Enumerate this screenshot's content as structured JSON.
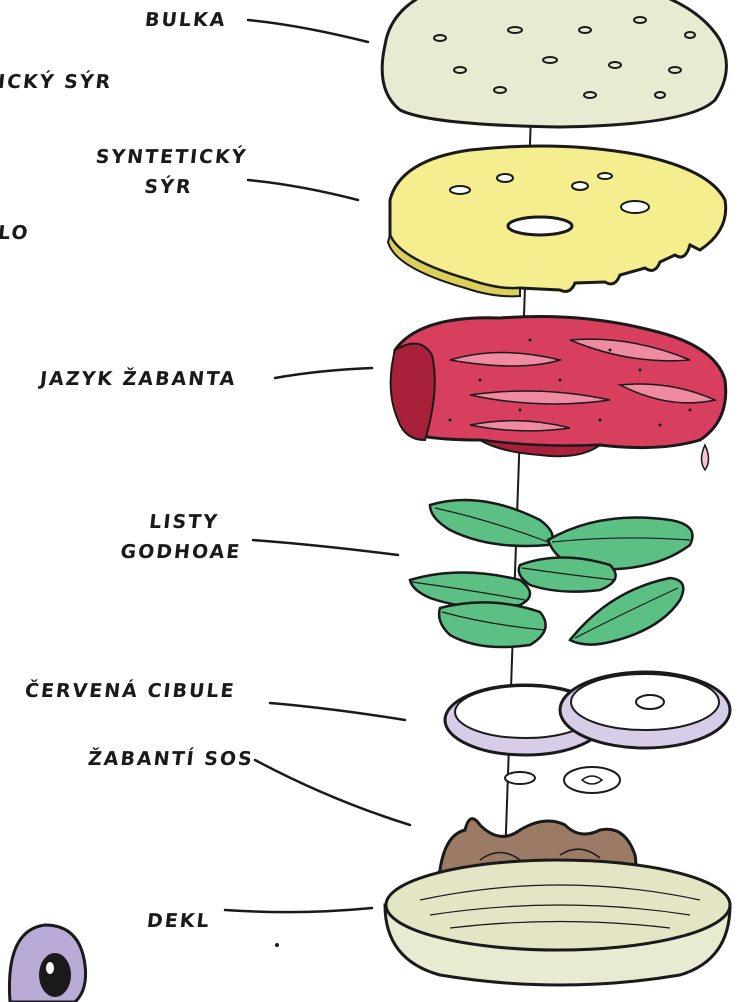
{
  "labels": {
    "bun": "BULKA",
    "cheese_partial": "ICKÝ SÝR",
    "cheese_line1": "SYNTETICKÝ",
    "cheese_line2": "SÝR",
    "lo_partial": "LO",
    "tongue": "JAZYK ŽABANTA",
    "leaves_line1": "LISTY",
    "leaves_line2": "GODHOAE",
    "onion": "ČERVENÁ CIBULE",
    "sauce": "ŽABANTÍ SOS",
    "bottom_bun": "DEKL"
  },
  "colors": {
    "bun": "#e9ead2",
    "cheese": "#f4ee8e",
    "meat": "#d83e5e",
    "meat_dark": "#a8203a",
    "leaf": "#5cbf84",
    "onion": "#d7cde8",
    "sauce": "#9b7b66",
    "ink": "#1a1a1a",
    "creature": "#b9aad6"
  }
}
